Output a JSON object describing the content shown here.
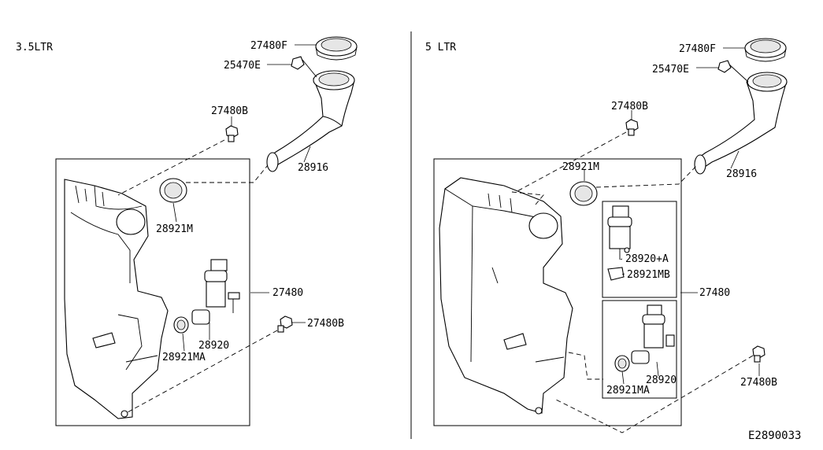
{
  "left_section": {
    "title": "3.5LTR",
    "labels": {
      "cap": "27480F",
      "clip": "25470E",
      "bolt_top": "27480B",
      "hose": "28916",
      "grommet": "28921M",
      "tank": "27480",
      "bolt_right": "27480B",
      "pump": "28920",
      "pump_grommet": "28921MA"
    }
  },
  "right_section": {
    "title": "5 LTR",
    "labels": {
      "cap": "27480F",
      "clip": "25470E",
      "bolt_top": "27480B",
      "hose": "28916",
      "grommet": "28921M",
      "tank": "27480",
      "pump_a": "28920+A",
      "pump_a_grommet": "28921MB",
      "pump": "28920",
      "pump_grommet": "28921MA",
      "bolt_bottom": "27480B"
    }
  },
  "diagram_code": "E2890033"
}
